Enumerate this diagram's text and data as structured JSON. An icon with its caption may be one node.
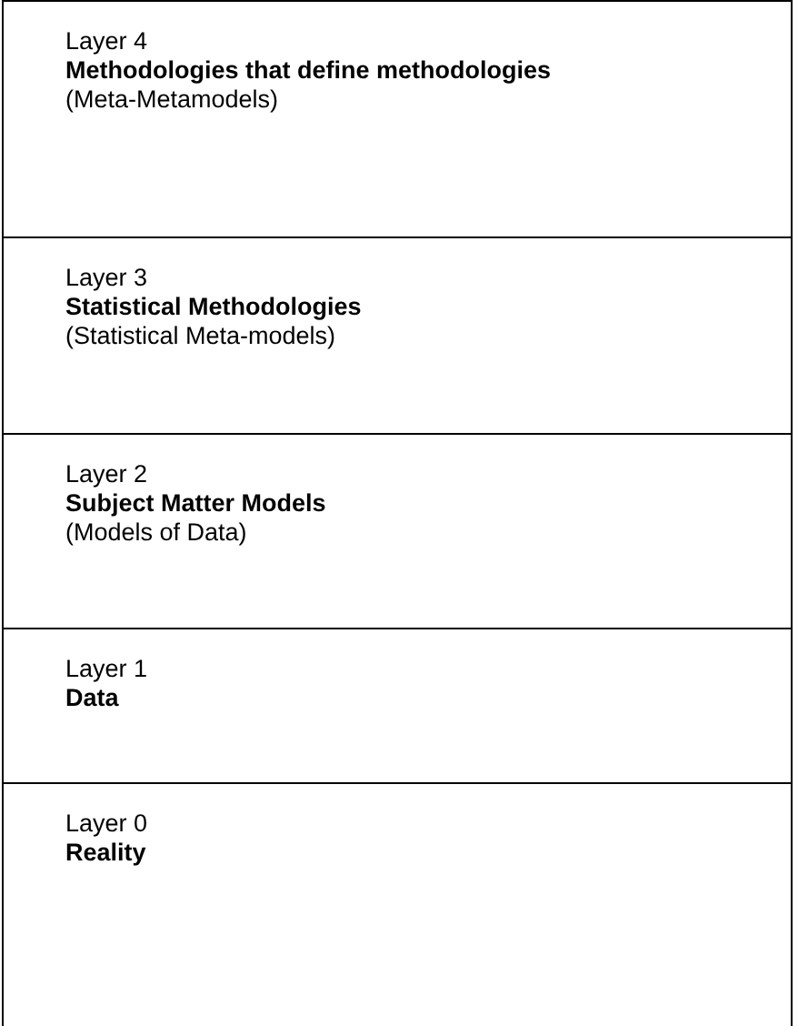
{
  "diagram": {
    "nodes": [
      {
        "text": [
          "Layer 4",
          "Methodologies that define methodologies",
          "(Meta-Metamodels)"
        ]
      },
      {
        "text": [
          "Layer 3",
          "Statistical Methodologies",
          "(Statistical Meta-models)"
        ]
      },
      {
        "text": [
          "Layer 2",
          "Subject Matter Models",
          "(Models of Data)"
        ]
      },
      {
        "text": [
          "Layer 1",
          "Data"
        ]
      },
      {
        "text": [
          "Layer 0",
          "Reality"
        ]
      }
    ]
  }
}
